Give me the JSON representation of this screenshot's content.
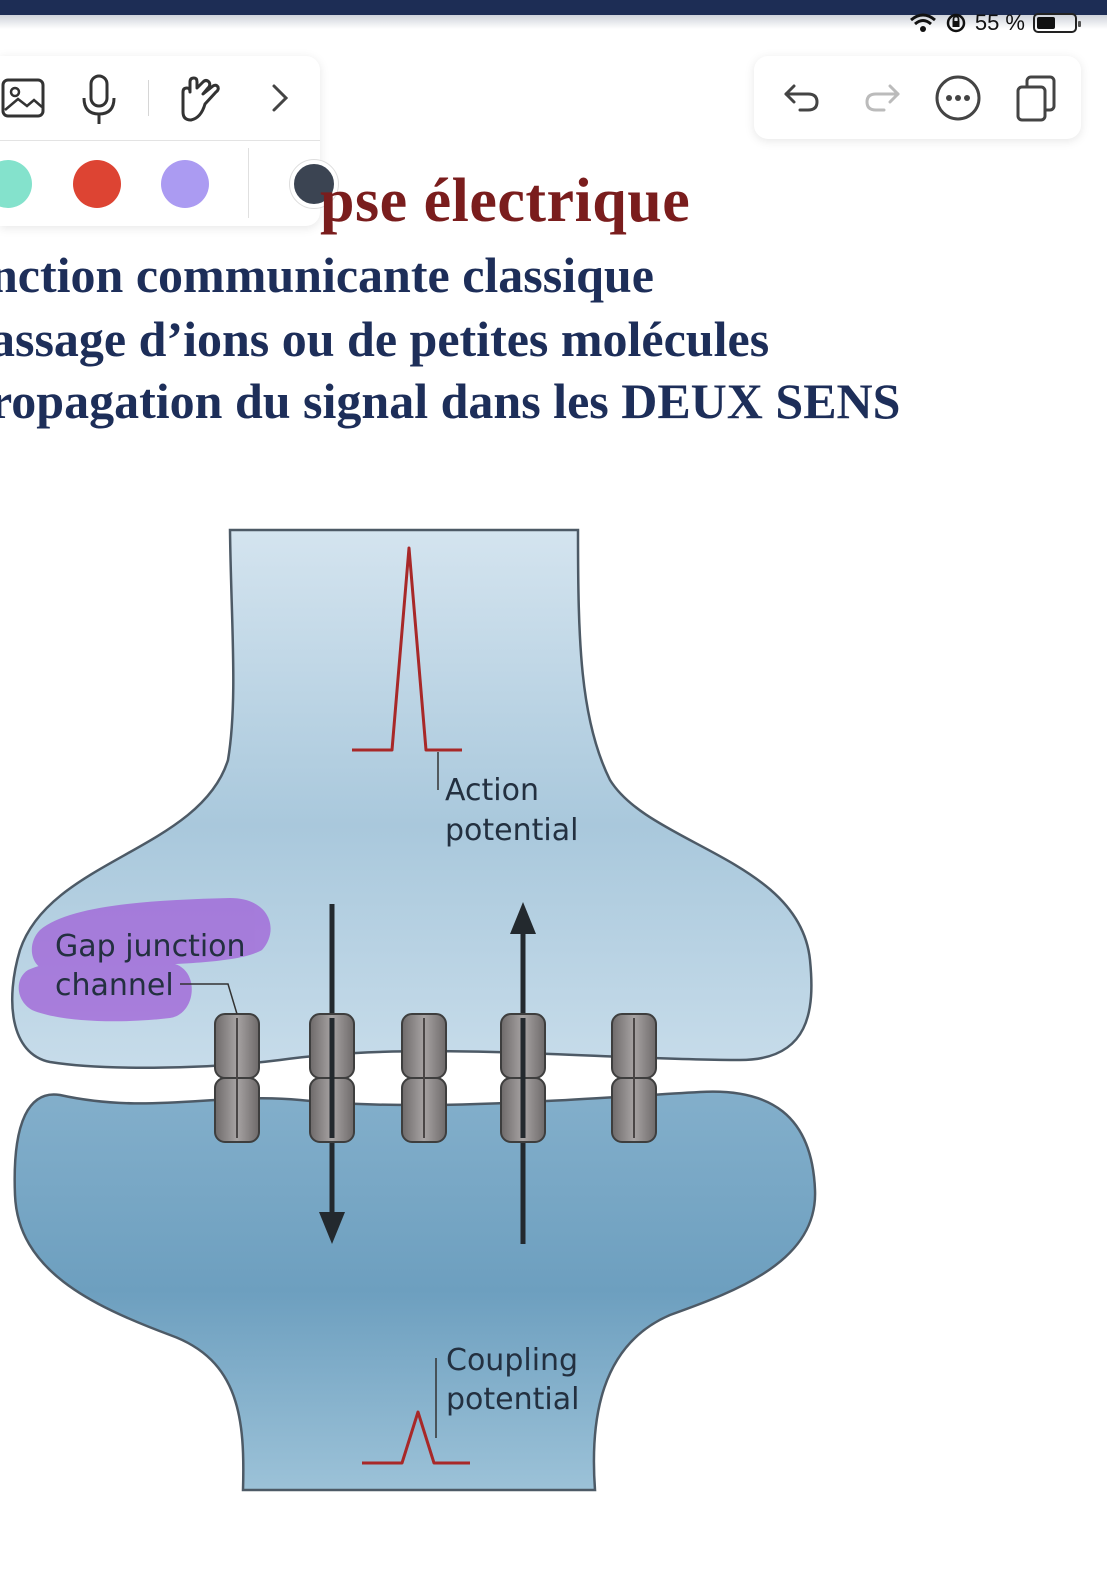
{
  "status_bar": {
    "battery_text": "55 %",
    "battery_level": 0.55
  },
  "toolbar": {
    "left_tools": [
      "image-icon",
      "microphone-icon",
      "hand-drawing-icon",
      "chevron-right-icon"
    ],
    "colors": {
      "green": "#84e2cc",
      "red": "#dd4433",
      "purple": "#ab9bf2",
      "dark": "#3b4452"
    },
    "right_tools": [
      "undo-icon",
      "redo-icon",
      "more-icon",
      "pages-icon"
    ]
  },
  "slide": {
    "title": "pse électrique",
    "bullets": [
      "nction communicante classique",
      "assage d’ions ou de petites molécules",
      "ropagation du signal dans les DEUX SENS"
    ]
  },
  "diagram": {
    "labels": {
      "action_line1": "Action",
      "action_line2": "potential",
      "gap_line1": "Gap junction",
      "gap_line2": "channel",
      "coupling_line1": "Coupling",
      "coupling_line2": "potential"
    },
    "colors": {
      "signal": "#a82828",
      "highlight": "#a060d8",
      "membrane": "#4d5a66",
      "channel": "#8b8686"
    }
  }
}
